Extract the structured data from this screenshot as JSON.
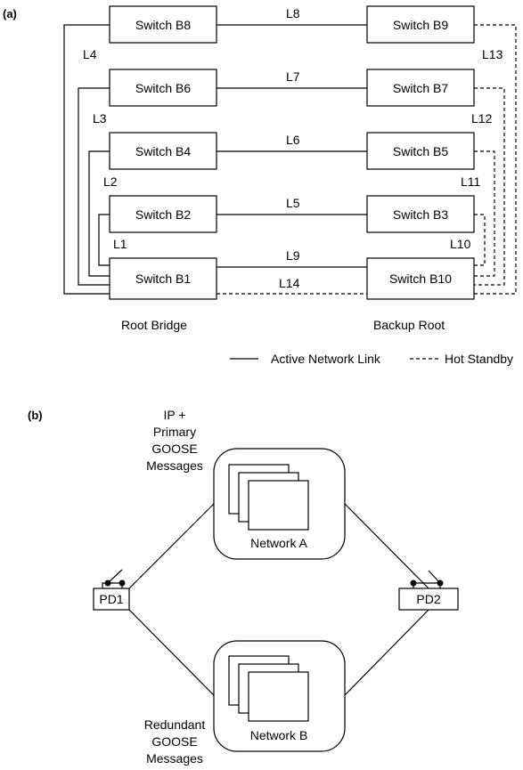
{
  "panel_a": {
    "label": "(a)",
    "switches": {
      "b8": "Switch B8",
      "b9": "Switch B9",
      "b6": "Switch B6",
      "b7": "Switch B7",
      "b4": "Switch B4",
      "b5": "Switch B5",
      "b2": "Switch B2",
      "b3": "Switch B3",
      "b1": "Switch B1",
      "b10": "Switch B10"
    },
    "links": {
      "l1": "L1",
      "l2": "L2",
      "l3": "L3",
      "l4": "L4",
      "l5": "L5",
      "l6": "L6",
      "l7": "L7",
      "l8": "L8",
      "l9": "L9",
      "l10": "L10",
      "l11": "L11",
      "l12": "L12",
      "l13": "L13",
      "l14": "L14"
    },
    "root_bridge": "Root Bridge",
    "backup_root": "Backup Root",
    "legend": {
      "active": "Active Network Link",
      "standby": "Hot Standby"
    }
  },
  "panel_b": {
    "label": "(b)",
    "top_caption": [
      "IP +",
      "Primary",
      "GOOSE",
      "Messages"
    ],
    "bottom_caption": [
      "Redundant",
      "GOOSE",
      "Messages"
    ],
    "network_a": "Network A",
    "network_b": "Network B",
    "pd1": "PD1",
    "pd2": "PD2"
  }
}
